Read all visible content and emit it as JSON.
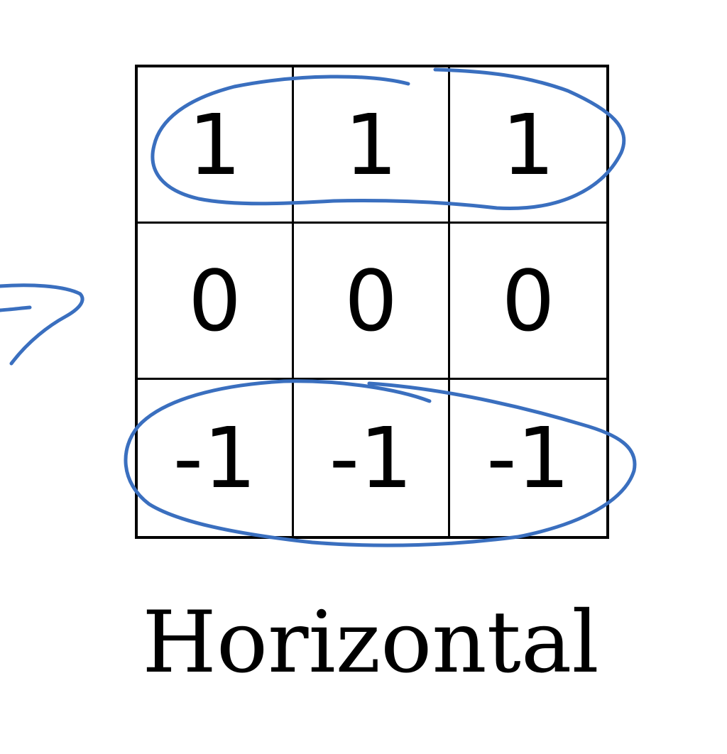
{
  "kernel": {
    "rows": [
      [
        "1",
        "1",
        "1"
      ],
      [
        "0",
        "0",
        "0"
      ],
      [
        "-1",
        "-1",
        "-1"
      ]
    ]
  },
  "caption": "Horizontal",
  "colors": {
    "ink": "#000000",
    "annotation": "#3a6fbf"
  }
}
